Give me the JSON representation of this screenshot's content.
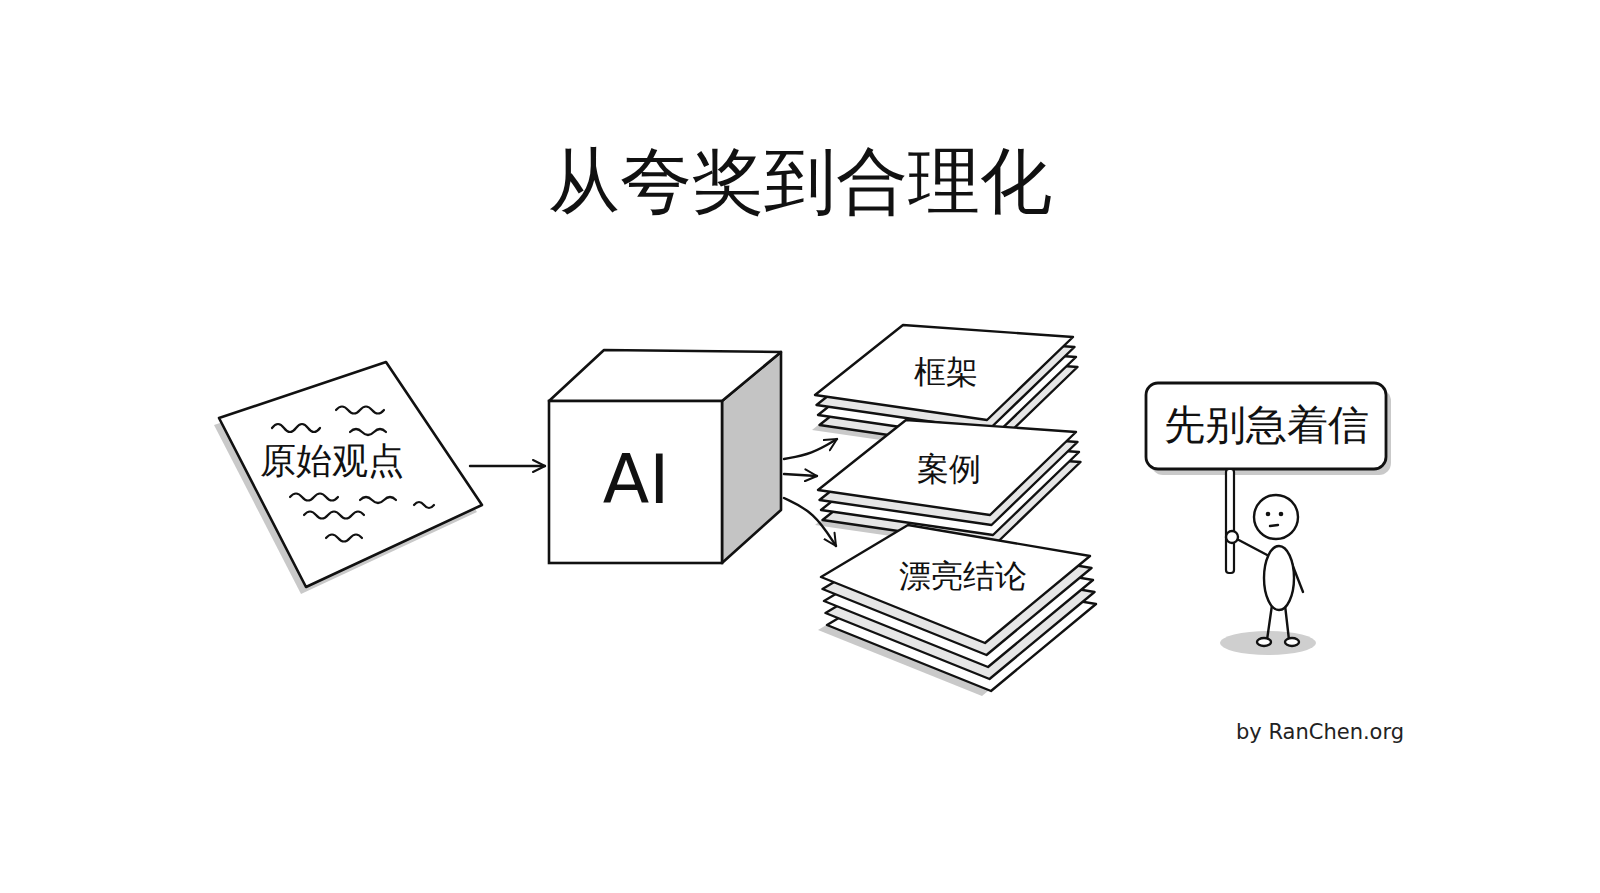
{
  "diagram": {
    "title": "从夸奖到合理化",
    "nodes": [
      {
        "text": [
          "原始观点"
        ]
      },
      {
        "text": [
          "AI"
        ]
      },
      {
        "text": [
          "框架"
        ]
      },
      {
        "text": [
          "案例"
        ]
      },
      {
        "text": [
          "漂亮结论"
        ]
      },
      {
        "text": [
          "先别急着信"
        ]
      }
    ],
    "edges": [
      {
        "from": 0,
        "to": 1,
        "arrow": "to"
      },
      {
        "from": 1,
        "to": 2,
        "arrow": "to"
      },
      {
        "from": 1,
        "to": 3,
        "arrow": "to"
      },
      {
        "from": 1,
        "to": 4,
        "arrow": "to"
      }
    ],
    "labels": [
      "by RanChen.org"
    ]
  }
}
